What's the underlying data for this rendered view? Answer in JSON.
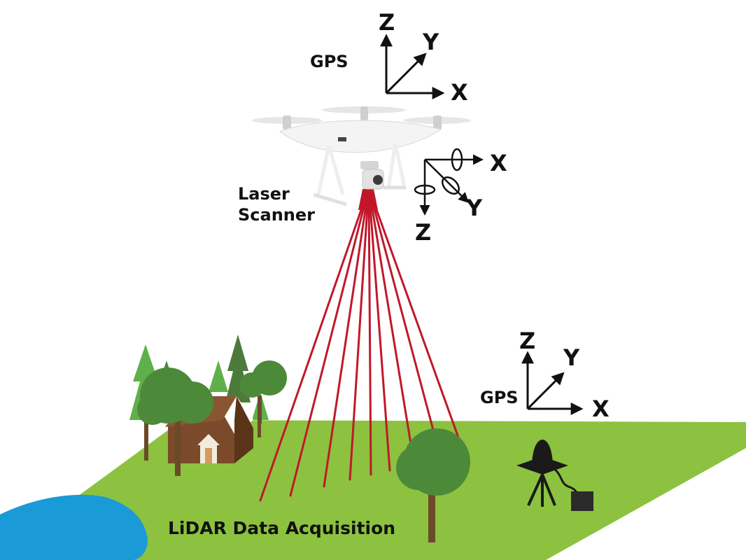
{
  "labels": {
    "gps_top": "GPS",
    "gps_ground": "GPS",
    "laser_line1": "Laser",
    "laser_line2": "Scanner",
    "caption": "LiDAR Data Acquisition"
  },
  "axes": {
    "x": "X",
    "y": "Y",
    "z": "Z"
  },
  "icons": [
    "drone-icon",
    "house-icon",
    "tree-icon",
    "gps-base-station-icon"
  ],
  "colors": {
    "sky": "#ffffff",
    "ground": "#8cc23f",
    "water": "#1a9ad7",
    "laser": "#c0182a",
    "tree_dark": "#4c8a3a",
    "tree_light": "#5fb04a",
    "house": "#7b4a2a",
    "axis": "#111111"
  }
}
